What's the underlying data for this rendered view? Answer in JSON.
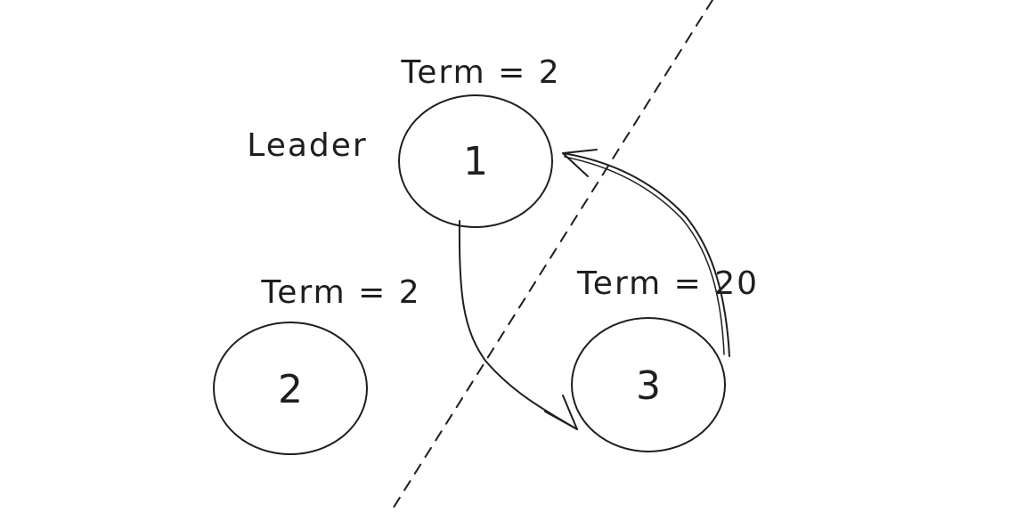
{
  "nodes": [
    {
      "id": "1",
      "label": "1",
      "role": "Leader",
      "term_label": "Term = 2",
      "fill": "#ffc9c9"
    },
    {
      "id": "2",
      "label": "2",
      "term_label": "Term = 2",
      "fill": "#d0bfff"
    },
    {
      "id": "3",
      "label": "3",
      "term_label": "Term = 20",
      "fill": "#d0bfff"
    }
  ],
  "edges": [
    {
      "from": "1",
      "to": "3"
    },
    {
      "from": "3",
      "to": "1"
    }
  ],
  "colors": {
    "stroke": "#1e1e1e",
    "leader_fill": "#ffc9c9",
    "follower_fill": "#d0bfff"
  }
}
